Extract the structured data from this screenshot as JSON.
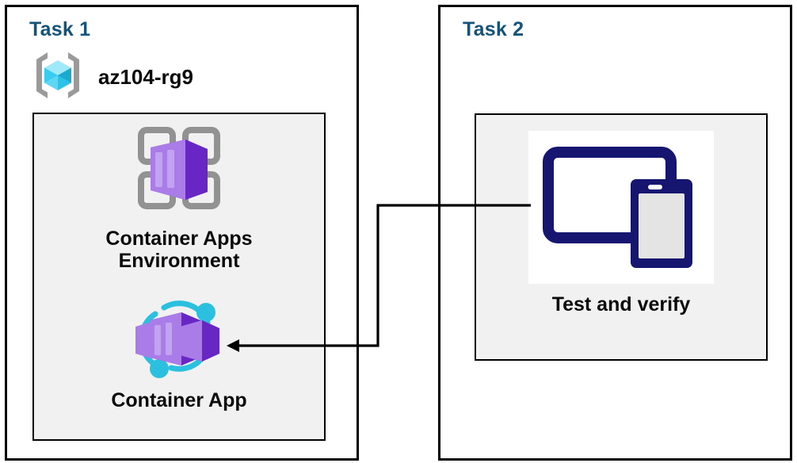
{
  "diagram": {
    "title_color": "#14537a",
    "panel_border_color": "#000000",
    "group_fill_color": "#f1f1f1",
    "connector_color": "#000000",
    "tasks": [
      {
        "id": "task1",
        "title": "Task 1",
        "resource_group": {
          "icon": "azure-resource-group-icon",
          "name": "az104-rg9"
        },
        "nodes": [
          {
            "id": "container-apps-environment",
            "icon": "container-apps-environment-icon",
            "label": "Container Apps\nEnvironment"
          },
          {
            "id": "container-app",
            "icon": "container-app-icon",
            "label": "Container App"
          }
        ]
      },
      {
        "id": "task2",
        "title": "Task 2",
        "nodes": [
          {
            "id": "test-and-verify",
            "icon": "test-devices-icon",
            "label": "Test and verify"
          }
        ]
      }
    ],
    "connectors": [
      {
        "id": "test-to-container-app",
        "from": "test-and-verify",
        "to": "container-app",
        "arrowhead": "end",
        "style": "orthogonal"
      }
    ]
  }
}
